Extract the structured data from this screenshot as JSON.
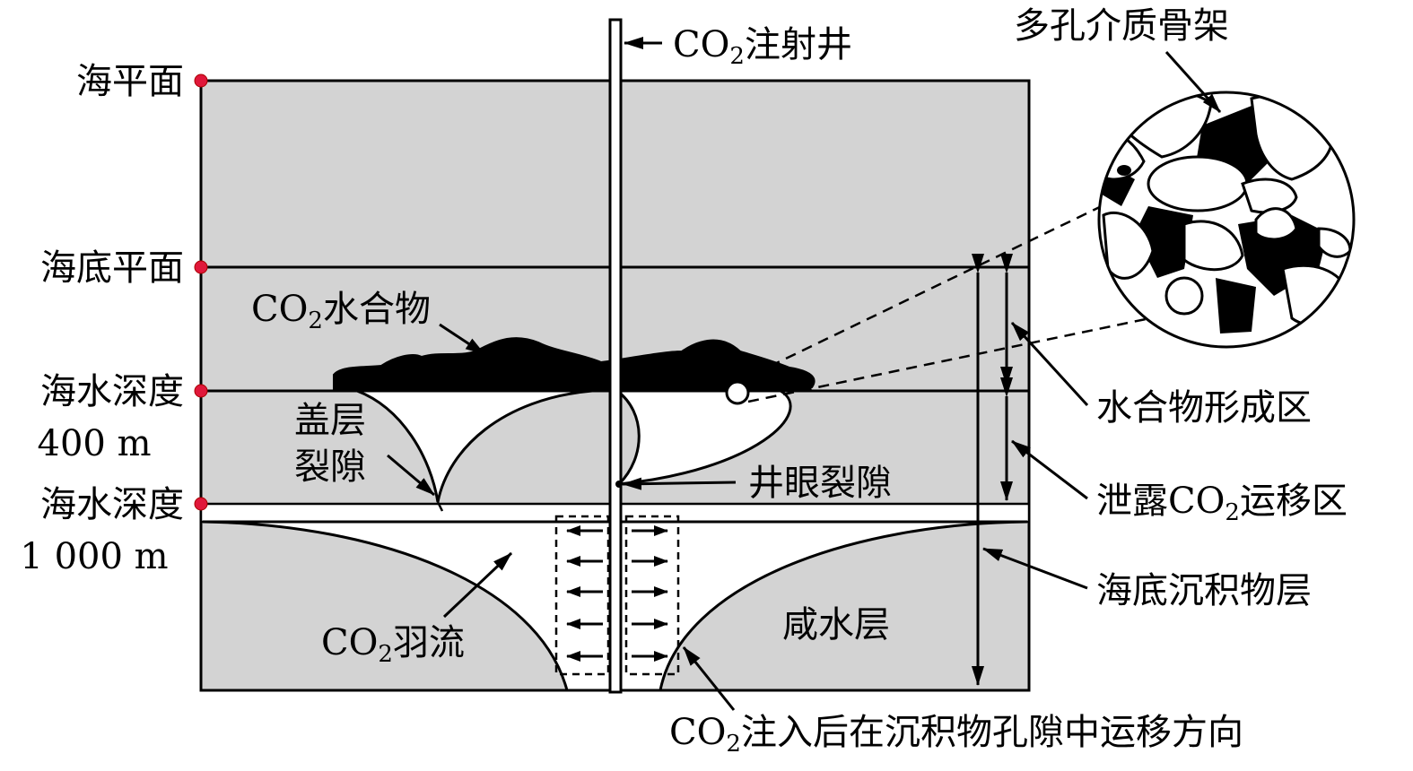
{
  "colors": {
    "layer_fill": "#d3d3d3",
    "marker": "#e0173a",
    "ink": "#000000",
    "background": "#ffffff"
  },
  "depth_markers": {
    "sea_level": "海平面",
    "seabed": "海底平面",
    "depth_400_label": "海水深度",
    "depth_400_value": "400 m",
    "depth_1000_label": "海水深度",
    "depth_1000_value": "1 000 m"
  },
  "well": {
    "label_prefix": "CO",
    "label_sub": "2",
    "label_suffix": "注射井"
  },
  "hydrate": {
    "label_prefix": "CO",
    "label_sub": "2",
    "label_suffix": "水合物"
  },
  "caprock_fracture": {
    "line1": "盖层",
    "line2": "裂隙"
  },
  "wellbore_fracture": "井眼裂隙",
  "plume": {
    "label_prefix": "CO",
    "label_sub": "2",
    "label_suffix": "羽流"
  },
  "saline_aquifer": "咸水层",
  "pore_skeleton": "多孔介质骨架",
  "zones": {
    "hydrate_formation": "水合物形成区",
    "leak_prefix": "泄露CO",
    "leak_sub": "2",
    "leak_suffix": "运移区",
    "sediment_layer": "海底沉积物层"
  },
  "migration": {
    "label_prefix": "CO",
    "label_sub": "2",
    "label_suffix": "注入后在沉积物孔隙中运移方向"
  }
}
